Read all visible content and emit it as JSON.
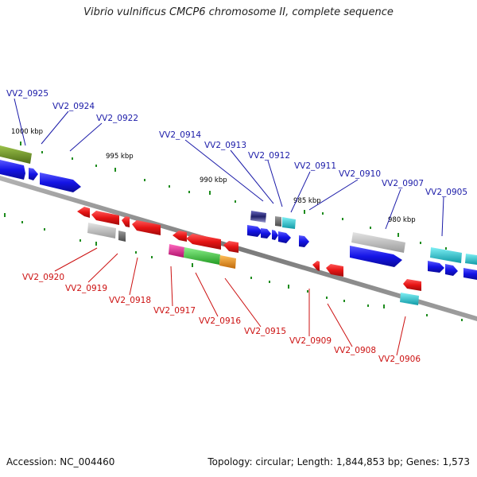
{
  "title": "Vibrio vulnificus CMCP6 chromosome II, complete sequence",
  "accession": "Accession: NC_004460",
  "summary": "Topology: circular; Length: 1,844,853 bp; Genes: 1,573",
  "scale_labels": [
    "1000 kbp",
    "995 kbp",
    "990 kbp",
    "985 kbp",
    "980 kbp"
  ],
  "top_labels": [
    "VV2_0925",
    "VV2_0924",
    "VV2_0922",
    "VV2_0914",
    "VV2_0913",
    "VV2_0912",
    "VV2_0911",
    "VV2_0910",
    "VV2_0907",
    "VV2_0905"
  ],
  "bottom_labels": [
    "VV2_0920",
    "VV2_0919",
    "VV2_0918",
    "VV2_0917",
    "VV2_0916",
    "VV2_0915",
    "VV2_0909",
    "VV2_0908",
    "VV2_0906"
  ],
  "colors": {
    "forward_strand": "#1414e6",
    "reverse_strand": "#e61414",
    "top_label": "#1a1aa8",
    "bottom_label": "#cc1010",
    "backbone": "#8c8c8c",
    "tick": "#1e8c1e",
    "olive": "#6b8e23",
    "gray": "#b4b4b4",
    "darkgray": "#6e6e6e",
    "cyan": "#1ec8d2",
    "navy": "#2a2a80",
    "magenta": "#e61e96",
    "green": "#3cc83c",
    "orange": "#f08c14"
  }
}
